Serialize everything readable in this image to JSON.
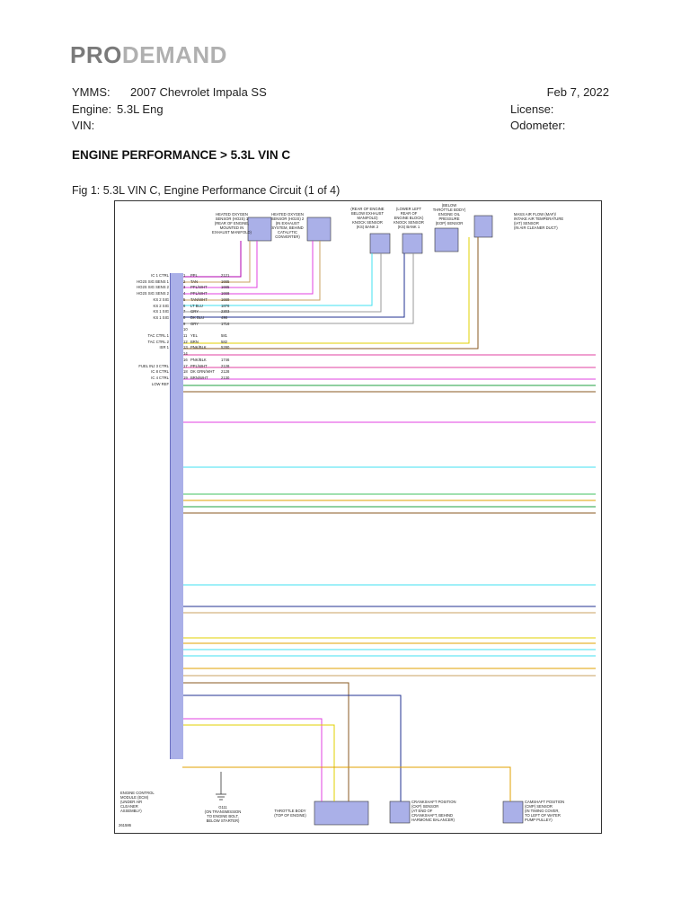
{
  "brand": {
    "part1": "PRO",
    "part2": "DEMAND"
  },
  "meta": {
    "ymms_label": "YMMS:",
    "ymms_value": "2007 Chevrolet Impala SS",
    "engine_label": "Engine:",
    "engine_value": "5.3L Eng",
    "vin_label": "VIN:",
    "date": "Feb 7, 2022",
    "license_label": "License:",
    "odometer_label": "Odometer:"
  },
  "heading": "ENGINE PERFORMANCE > 5.3L VIN C",
  "caption": "Fig 1: 5.3L VIN C, Engine Performance Circuit (1 of 4)",
  "diagram": {
    "ecm_label_lines": [
      "ENGINE CONTROL",
      "MODULE (ECM)",
      "(UNDER AIR",
      "CLEANER",
      "ASSEMBLY)"
    ],
    "figure_id": "261586",
    "ecm_signals": [
      "IC 1 CTRL",
      "HO2S SIG BENS 1",
      "HO2S SIG SENS 2",
      "HO2S SIG SENS 2",
      "",
      "KS 2 SIG",
      "KS 2 SIG",
      "KS 1 SIG",
      "KS 1 SIG",
      "",
      "",
      "TAC CTRL 1",
      "TAC CTRL 2",
      "ISR 1",
      "",
      "",
      "FUEL INJ 3 CTRL",
      "IC 8 CTRL",
      "IC 4 CTRL",
      "LOW REF"
    ],
    "pins": [
      {
        "n": "1",
        "c": "PPL",
        "id": "2121"
      },
      {
        "n": "2",
        "c": "TAN",
        "id": "1665"
      },
      {
        "n": "3",
        "c": "PPL/WHT",
        "id": "1665"
      },
      {
        "n": "4",
        "c": "PPL/WHT",
        "id": "1668"
      },
      {
        "n": "5",
        "c": "TAN/WHT",
        "id": "1669"
      },
      {
        "n": "6",
        "c": "LT BLU",
        "id": "1876"
      },
      {
        "n": "7",
        "c": "GRY",
        "id": "2303"
      },
      {
        "n": "8",
        "c": "DK BLU",
        "id": "496"
      },
      {
        "n": "9",
        "c": "GRY",
        "id": "1716"
      },
      {
        "n": "10",
        "c": "",
        "id": ""
      },
      {
        "n": "11",
        "c": "YEL",
        "id": "581"
      },
      {
        "n": "12",
        "c": "BRN",
        "id": "582"
      },
      {
        "n": "13",
        "c": "PNK/BLK",
        "id": "5280"
      },
      {
        "n": "14",
        "c": "",
        "id": ""
      },
      {
        "n": "16",
        "c": "PNK/BLK",
        "id": "1746"
      },
      {
        "n": "17",
        "c": "PPL/WHT",
        "id": "2128"
      },
      {
        "n": "18",
        "c": "DK GRN/WHT",
        "id": "2128"
      },
      {
        "n": "19",
        "c": "BRN/WHT",
        "id": "2130"
      }
    ],
    "components": {
      "ho2s1": [
        "HEATED OXYGEN",
        "SENSOR (HO2S) 1",
        "(REAR OF ENGINE,",
        "MOUNTED IN",
        "EXHAUST MANIFOLD)"
      ],
      "ho2s2": [
        "HEATED OXYGEN",
        "SENSOR (HO2S) 2",
        "(IN EXHAUST",
        "SYSTEM, BEHIND",
        "CATALYTIC",
        "CONVERTER)"
      ],
      "ks2": [
        "(REAR OF ENGINE",
        "BELOW EXHAUST",
        "MANIFOLD)",
        "KNOCK SENSOR",
        "(KS) BANK 2"
      ],
      "ks1": [
        "(LOWER LEFT",
        "REAR OF",
        "ENGINE BLOCK)",
        "KNOCK SENSOR",
        "(KS) BANK 1"
      ],
      "eop": [
        "(BELOW",
        "THROTTLE BODY)",
        "ENGINE OIL",
        "PRESSURE",
        "(EOP) SENSOR"
      ],
      "maf": [
        "MASS AIR FLOW (MAF)/",
        "INTAKE AIR TEMPERATURE",
        "(IAT) SENSOR",
        "(IN AIR CLEANER DUCT)"
      ],
      "g111": [
        "G111",
        "(ON TRANSMISSION",
        "TO ENGINE BOLT,",
        "BELOW STARTER)"
      ],
      "throttle": [
        "THROTTLE BODY",
        "(TOP OF ENGINE)"
      ],
      "ckp": [
        "CRANKSHAFT POSITION",
        "(CKP) SENSOR",
        "(AT END OF",
        "CRANKSHAFT, BEHIND",
        "HARMONIC BALANCER)"
      ],
      "cmp": [
        "CAMSHAFT POSITION",
        "(CMP) SENSOR",
        "(IN TIMING COVER,",
        "TO LEFT OF WATER",
        "PUMP PULLEY)"
      ]
    }
  }
}
